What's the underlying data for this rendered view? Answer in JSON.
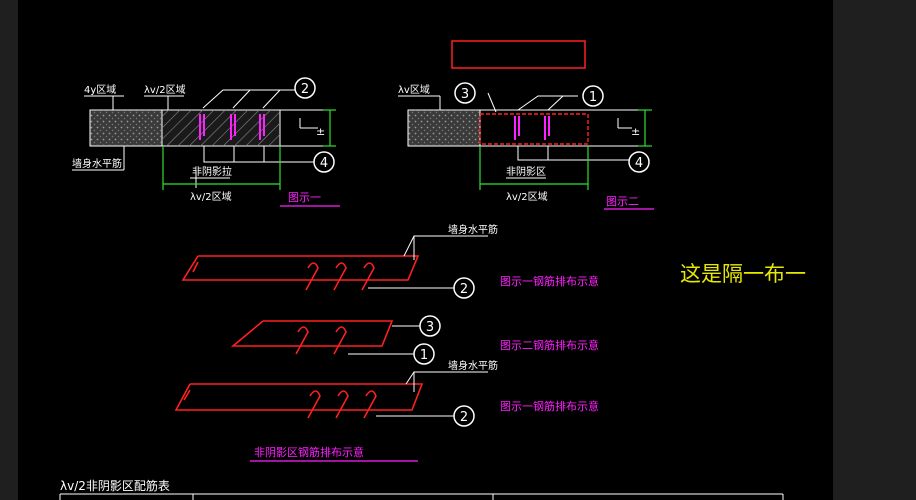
{
  "colors": {
    "background": "#000000",
    "margin": "#1f1f1f",
    "line": "#ffffff",
    "rebar": "#ff2020",
    "label": "#ff20ff",
    "green": "#30e030",
    "annotation": "#e8e800"
  },
  "fig1": {
    "label_top_left": "4y区域",
    "label_top_mid": "λv/2区域",
    "label_bottom_left": "墙身水平筋",
    "label_tie": "非阴影拉",
    "label_dim": "λv/2区域",
    "caption": "图示一",
    "callout_a": "2",
    "callout_b": "4",
    "side_mark": "±"
  },
  "fig2": {
    "label_top_left": "λv区域",
    "label_tie": "非阴影区",
    "label_dim": "λv/2区域",
    "caption": "图示二",
    "callout_a": "3",
    "callout_b": "1",
    "callout_c": "4",
    "side_mark": "±"
  },
  "rebar1": {
    "top_label": "墙身水平筋",
    "callout": "2",
    "desc": "图示一钢筋排布示意"
  },
  "rebar2": {
    "callout_top": "3",
    "callout_bottom": "1",
    "desc": "图示二钢筋排布示意"
  },
  "rebar3": {
    "top_label": "墙身水平筋",
    "callout": "2",
    "desc": "图示一钢筋排布示意"
  },
  "caption_bottom": "非阴影区钢筋排布示意",
  "table_title": "λv/2非阴影区配筋表",
  "annotation": "这是隔一布一"
}
